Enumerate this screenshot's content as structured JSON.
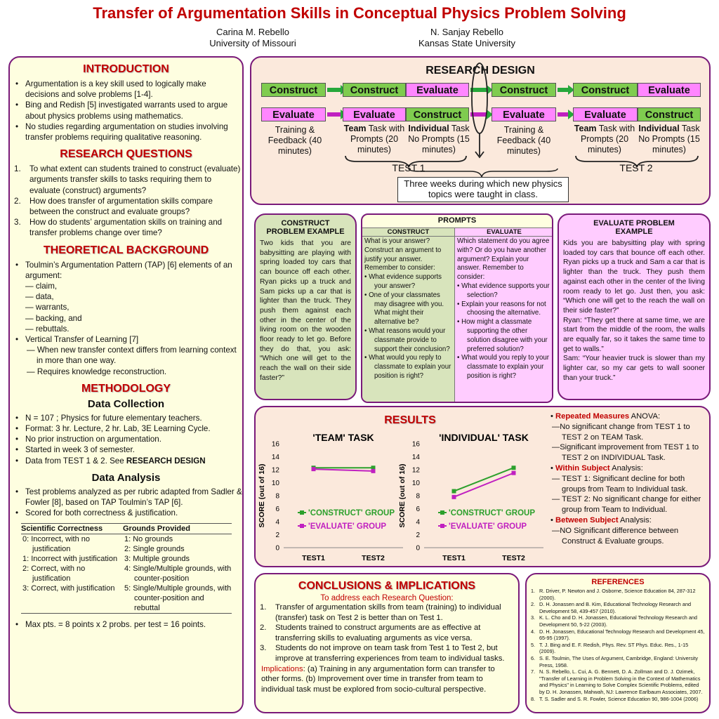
{
  "title": "Transfer of Argumentation Skills in Conceptual Physics Problem Solving",
  "authors": [
    {
      "name": "Carina M. Rebello",
      "affil": "University of Missouri"
    },
    {
      "name": "N. Sanjay Rebello",
      "affil": "Kansas State University"
    }
  ],
  "intro": {
    "heading": "INTRODUCTION",
    "items": [
      "Argumentation is a key skill used to logically make decisions and solve problems [1-4].",
      "Bing and Redish [5] investigated warrants used to argue about physics problems using mathematics.",
      "No studies regarding argumentation on studies involving transfer problems requiring qualitative reasoning."
    ]
  },
  "rq": {
    "heading": "RESEARCH QUESTIONS",
    "items": [
      "To what extent can students trained to construct (evaluate) arguments transfer skills to tasks requiring them to evaluate (construct) arguments?",
      "How does transfer of argumentation skills compare between the construct and evaluate groups?",
      "How do students’ argumentation skills on training and transfer problems change over time?"
    ]
  },
  "theory": {
    "heading": "THEORETICAL BACKGROUND",
    "tap": "Toulmin’s Argumentation Pattern (TAP) [6] elements of an argument:",
    "tap_items": [
      "— claim,",
      "— data,",
      "— warrants,",
      "— backing, and",
      "— rebuttals."
    ],
    "vt": "Vertical Transfer of Learning  [7]",
    "vt_items": [
      "— When new transfer context differs from learning context in more than one way.",
      "— Requires knowledge reconstruction."
    ]
  },
  "method": {
    "heading": "METHODOLOGY",
    "dc_heading": "Data Collection",
    "dc_items": [
      "N = 107 ;  Physics for future elementary teachers.",
      "Format:  3 hr. Lecture, 2 hr. Lab, 3E Learning Cycle.",
      "No prior instruction on argumentation.",
      "Started in week 3 of semester."
    ],
    "dc_last_pre": "Data from TEST 1 & 2. See ",
    "dc_last_bold": "RESEARCH DESIGN",
    "da_heading": "Data Analysis",
    "da_items": [
      "Test problems analyzed as per rubric adapted from Sadler & Fowler [8], based on TAP Toulmin’s TAP [6].",
      "Scored for both correctness & justification."
    ],
    "rubric": {
      "h1": "Scientific Correctness",
      "h2": "Grounds Provided",
      "col1": [
        "0: Incorrect, with no justification",
        "1:  Incorrect with justification",
        "2: Correct, with no justification",
        "3: Correct, with justification"
      ],
      "col2": [
        "1: No grounds",
        "2: Single grounds",
        "3: Multiple grounds",
        "4: Single/Multiple grounds, with counter-position",
        "5: Single/Multiple grounds, with counter-position and rebuttal"
      ]
    },
    "max": "Max pts. = 8 points x 2 probs. per test = 16 points."
  },
  "design": {
    "heading": "RESEARCH DESIGN",
    "construct": "Construct",
    "evaluate": "Evaluate",
    "training": "Training & Feedback (40 minutes)",
    "team_bold": "Team",
    "team_rest": " Task with Prompts (20 minutes)",
    "indiv_bold": "Individual",
    "indiv_rest": " Task No Prompts (15 minutes)",
    "test1": "TEST 1",
    "test2": "TEST 2",
    "weeks": "Three weeks during which new physics topics were taught in class."
  },
  "cpe": {
    "heading": "CONSTRUCT PROBLEM EXAMPLE",
    "text": "Two kids that you are babysitting are playing with spring loaded toy cars that can bounce off each other. Ryan picks up a truck and Sam picks up a car that is lighter than the truck.  They push them against each other in the center of the living room on the wooden floor ready to let go.  Before they do that, you ask: “Which one will get to the reach the wall on their side faster?”"
  },
  "prompts": {
    "heading": "PROMPTS",
    "c_head": "CONSTRUCT",
    "e_head": "EVALUATE",
    "c_intro": "What is your answer? Construct an argument to justify your answer. Remember to consider:",
    "c_items": [
      "What evidence supports your answer?",
      "One of your classmates may disagree with you. What might their alternative be?",
      "What reasons would your classmate provide to support their conclusion?",
      "What would you reply to classmate to explain your position is right?"
    ],
    "e_intro": "Which statement do you agree with? Or do you have another argument? Explain your answer. Remember to consider:",
    "e_items": [
      "What evidence supports your selection?",
      "Explain your reasons for not choosing the alternative.",
      "How might a classmate supporting the other solution disagree with your preferred solution?",
      "What would you reply to your classmate to explain your position is right?"
    ]
  },
  "epe": {
    "heading": "EVALUATE PROBLEM EXAMPLE",
    "text": "Kids you are babysitting play with spring loaded toy cars that bounce off each other.  Ryan picks up a truck and Sam a car that is lighter than the truck.  They push them against each other in the center of the living room ready to let go. Just then, you ask:  “Which one will get to the reach the wall on their side faster?”",
    "ryan": "Ryan:  “They get there at same time, we are start from the middle of the room, the walls are equally far, so it takes the same time to get to walls.”",
    "sam": "Sam:  “Your heavier truck is slower than my lighter car, so my car gets to wall sooner than your truck.”"
  },
  "results": {
    "heading": "RESULTS",
    "ylabel": "SCORE (out of 16)",
    "chart_data": [
      {
        "type": "line",
        "title": "'TEAM' TASK",
        "categories": [
          "TEST1",
          "TEST2"
        ],
        "ylim": [
          0,
          16
        ],
        "yticks": [
          0,
          2,
          4,
          6,
          8,
          10,
          12,
          14,
          16
        ],
        "series": [
          {
            "name": "'CONSTRUCT' GROUP",
            "color": "#2ca02c",
            "values": [
              12.3,
              12.3
            ]
          },
          {
            "name": "'EVALUATE' GROUP",
            "color": "#c020c0",
            "values": [
              12.1,
              11.8
            ]
          }
        ]
      },
      {
        "type": "line",
        "title": "'INDIVIDUAL' TASK",
        "categories": [
          "TEST1",
          "TEST2"
        ],
        "ylim": [
          0,
          16
        ],
        "yticks": [
          0,
          2,
          4,
          6,
          8,
          10,
          12,
          14,
          16
        ],
        "series": [
          {
            "name": "'CONSTRUCT' GROUP",
            "color": "#2ca02c",
            "values": [
              8.7,
              12.3
            ]
          },
          {
            "name": "'EVALUATE' GROUP",
            "color": "#c020c0",
            "values": [
              7.8,
              11.5
            ]
          }
        ]
      }
    ],
    "rm_label": "Repeated Measures",
    "rm_rest": " ANOVA:",
    "rm1": "—No significant change from TEST 1 to TEST 2 on TEAM Task.",
    "rm2": "—Significant improvement from TEST 1 to TEST 2 on INDIVIDUAL Task.",
    "ws_label": "Within Subject",
    "ws_rest": " Analysis:",
    "ws1": "— TEST 1: Significant decline for both groups from Team to Individual task.",
    "ws2": "— TEST 2: No significant change for either group from Team to Individual.",
    "bs_label": "Between Subject",
    "bs_rest": " Analysis:",
    "bs1": "—NO Significant difference between Construct & Evaluate groups."
  },
  "conclusions": {
    "heading": "CONCLUSIONS & IMPLICATIONS",
    "sub": "To address each Research Question:",
    "items": [
      "Transfer of argumentation skills from team (training) to individual (transfer) task on Test 2 is better than on Test 1.",
      "Students trained to construct arguments are as effective at transferring skills to evaluating arguments as vice versa.",
      "Students do not improve on team task from Test 1 to Test 2, but improve at transferring experiences from team to individual tasks."
    ],
    "impl_label": "Implications",
    "impl_text": ": (a) Training in any argumentation form can transfer to other forms. (b) Improvement over time in transfer from team to individual task must be explored from socio-cultural perspective."
  },
  "references": {
    "heading": "REFERENCES",
    "items": [
      "R. Driver, P. Newton and J. Osborne, Science Education 84, 287-312 (2000).",
      "D. H. Jonassen and B. Kim, Educational Technology Research and Development 58, 439-457 (2010).",
      "K. L. Cho and D. H. Jonassen, Educational Technology Research and Development 50, 5-22 (2003).",
      "D. H. Jonassen, Educational Technology Research and Development 45, 65-95 (1997).",
      "T. J. Bing and E. F. Redish, Phys. Rev. ST Phys. Educ. Res., 1-15 (2009).",
      "S. E. Toulmin, The Uses of Argument, Cambridge, England: University Press, 1958.",
      "N. S. Rebello, L. Cui, A. G. Bennett, D. A. Zollman and D. J. Ozimek, \"Transfer of Learning in Problem Solving in the Context of Mathematics and Physics\" in Learning to Solve Complex Scientific Problems, edited by D. H. Jonassen, Mahwah, NJ: Lawrence Earlbaum Associates, 2007.",
      "T. S. Sadler and S. R. Fowler, Science Education 90, 986-1004 (2006)"
    ]
  }
}
